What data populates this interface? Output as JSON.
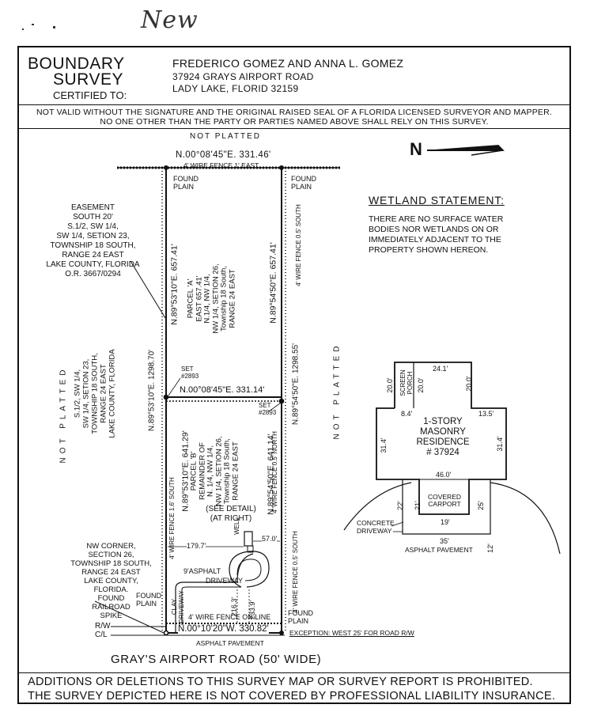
{
  "handwritten": "New",
  "header": {
    "title_line1": "BOUNDARY",
    "title_line2": "SURVEY",
    "certified_to": "CERTIFIED TO:",
    "client_name": "FREDERICO GOMEZ AND ANNA L. GOMEZ",
    "client_address1": "37924 GRAYS AIRPORT ROAD",
    "client_address2": "LADY LAKE, FLORID 32159"
  },
  "notice": {
    "line1": "NOT VALID WITHOUT THE SIGNATURE AND THE ORIGINAL RAISED SEAL OF A FLORIDA LICENSED SURVEYOR AND MAPPER.",
    "line2": "NO ONE OTHER THAN THE PARTY OR PARTIES NAMED ABOVE SHALL RELY ON THIS SURVEY."
  },
  "plat": {
    "not_platted_top": "NOT PLATTED",
    "not_platted_left": "NOT PLATTED",
    "not_platted_right": "NOT PLATTED",
    "north_bearing": "N.00°08'45\"E. 331.46'",
    "north_fence": "4' WIRE FENCE 1' EAST",
    "found_plain_nw": [
      "FOUND",
      "PLAIN"
    ],
    "found_plain_ne": [
      "FOUND",
      "PLAIN"
    ],
    "easement": [
      "EASEMENT",
      "SOUTH 20'",
      "S.1/2, SW 1/4,",
      "SW 1/4, SETION 23,",
      "TOWNSHIP 18 SOUTH,",
      "RANGE 24 EAST",
      "LAKE COUNTY, FLORIDA",
      "O.R. 3667/0294"
    ],
    "left_parcel_desc": [
      "S.1/2, SW 1/4,",
      "SW 1/4, SETION 23,",
      "TOWNSHIP 18 SOUTH,",
      "RANGE 24 EAST",
      "LAKE COUNTY, FLORIDA"
    ],
    "parcel_a": [
      "PARCEL 'A'",
      "EAST 657.41'",
      "N.1/4, NW 1/4,",
      "NW 1/4, SETION 26,",
      "Township 18 South,",
      "RANGE 24 EAST"
    ],
    "parcel_a_west": "N.89°53'10\"E. 657.41'",
    "parcel_a_east": "N.89°54'50\"E. 657.41'",
    "east_fence_a": "4' WIRE FENCE 0.5' SOUTH",
    "west_total": "N.89°53'10\"E. 1298.70'",
    "east_total": "N.89°54'50\"E. 1298.55'",
    "set_2893_a": [
      "SET",
      "#2893"
    ],
    "set_2893_b": [
      "SET",
      "#2893"
    ],
    "mid_bearing": "N.00°08'45\"E. 331.14'",
    "parcel_b": [
      "PARCEL 'B'",
      "REMAINDER OF",
      "N. 1/4, NW 1/4,",
      "NW 1/4, SETION 26,",
      "Township 18 South,",
      "RANGE 24 EAST"
    ],
    "parcel_b_west": "N.89°53'10\"E. 641.29'",
    "parcel_b_east": "N.89°54'50\"E. 641.14'",
    "fence_b_west": "4' WIRE FENCE 1.6' SOUTH",
    "fence_b_east_top": "4' WIRE FENCE 0.5' NORTH",
    "fence_b_east_bottom": "4' WIRE FENCE 0.5' SOUTH",
    "see_detail": [
      "(SEE DETAIL)",
      "(AT RIGHT)"
    ],
    "well": "WELL",
    "dim_179": "179.7'",
    "dim_57": "57.0'",
    "asphalt_drive": [
      "9'ASPHALT",
      "DRIVEWAY"
    ],
    "clay_drive": [
      "CLAY",
      "DRIVEWAY"
    ],
    "dim_2163": "216.3'",
    "dim_2339": "233.9'",
    "nw_corner": [
      "NW CORNER,",
      "SECTION 26,",
      "TOWNSHIP 18 SOUTH,",
      "RANGE 24 EAST",
      "LAKE COUNTY,",
      "FLORIDA.",
      "FOUND",
      "RAILROAD",
      "SPIKE"
    ],
    "found_plain_sw": [
      "FOUND",
      "PLAIN"
    ],
    "found_plain_se": [
      "FOUND",
      "PLAIN"
    ],
    "fence_on_line": "4' WIRE FENCE ON LINE",
    "rw": "R/W",
    "cl": "C/L",
    "south_bearing": "N.00°10'20\"W. 330.82'",
    "exception": "EXCEPTION: WEST 25' FOR ROAD R/W",
    "asphalt_pavement": "ASPHALT PAVEMENT"
  },
  "wetland": {
    "title": "WETLAND STATEMENT:",
    "text": [
      "THERE ARE NO SURFACE WATER",
      "BODIES NOR WETLANDS ON OR",
      "IMMEDIATELY ADJACENT TO THE",
      "PROPERTY SHOWN HEREON."
    ]
  },
  "detail": {
    "screen_porch": [
      "SCREEN",
      "PORCH"
    ],
    "d_241": "24.1'",
    "d_200a": "20.0'",
    "d_200b": "20.0'",
    "d_200c": "20.0'",
    "d_84": "8.4'",
    "d_135": "13.5'",
    "d_314a": "31.4'",
    "d_314b": "31.4'",
    "residence": [
      "1-STORY",
      "MASONRY",
      "RESIDENCE",
      "# 37924"
    ],
    "d_460": "46.0'",
    "covered_carport": [
      "COVERED",
      "CARPORT"
    ],
    "d_22": "22'",
    "d_21": "21'",
    "d_25": "25'",
    "d_19": "19'",
    "concrete_driveway": [
      "CONCRETE",
      "DRIVEWAY"
    ],
    "d_35": "35'",
    "asphalt_pavement": "ASPHALT PAVEMENT",
    "d_12": "12'"
  },
  "road_label": "GRAY'S AIRPORT ROAD (50' WIDE)",
  "footer": {
    "line1": "ADDITIONS OR DELETIONS TO THIS SURVEY MAP OR SURVEY REPORT IS PROHIBITED.",
    "line2": "THE SURVEY DEPICTED HERE IS NOT COVERED BY PROFESSIONAL LIABILITY INSURANCE."
  },
  "north_arrow_letter": "N"
}
